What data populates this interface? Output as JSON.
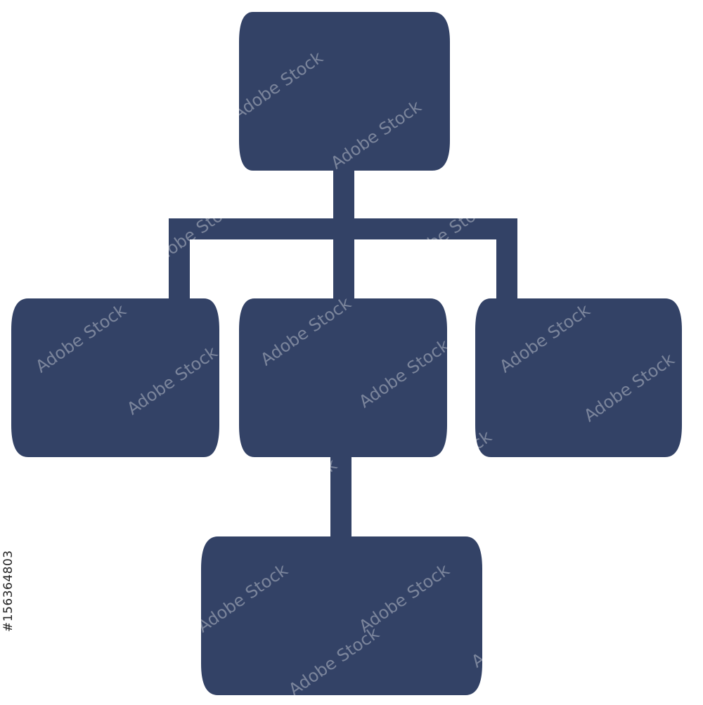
{
  "diagram": {
    "colors": {
      "fill": "#334266",
      "background": "#ffffff"
    },
    "nodes": [
      {
        "id": "root"
      },
      {
        "id": "child-left"
      },
      {
        "id": "child-middle"
      },
      {
        "id": "child-right"
      },
      {
        "id": "grandchild"
      }
    ],
    "edges": [
      {
        "from": "root",
        "to": "child-left"
      },
      {
        "from": "root",
        "to": "child-middle"
      },
      {
        "from": "root",
        "to": "child-right"
      },
      {
        "from": "child-middle",
        "to": "grandchild"
      }
    ]
  },
  "stock_id": "#156364803",
  "watermark_text": "Adobe Stock"
}
